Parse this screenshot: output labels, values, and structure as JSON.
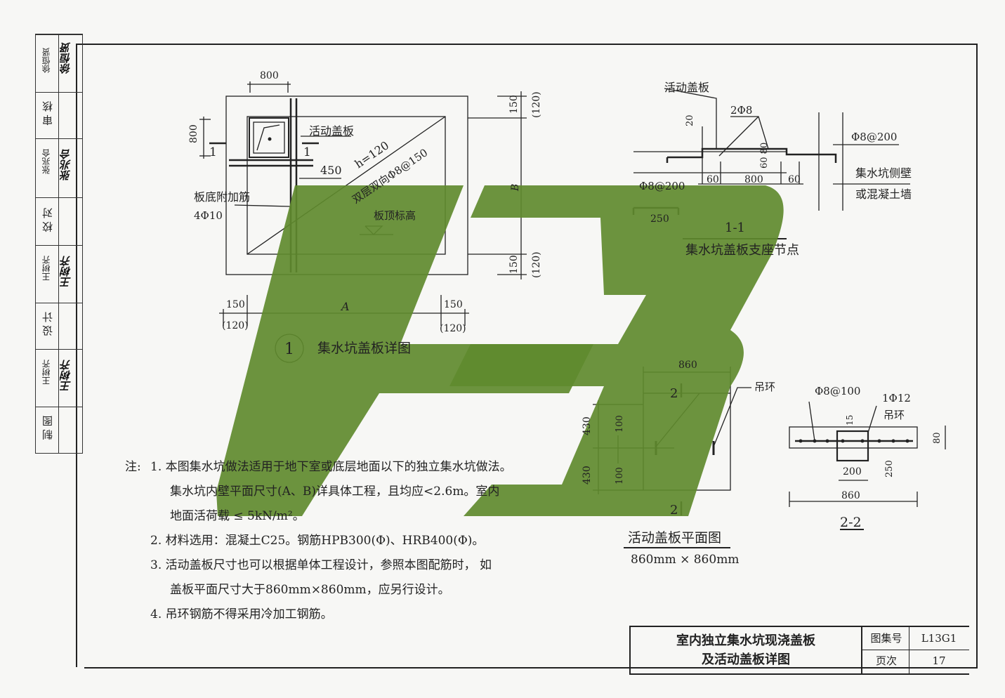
{
  "side_panel": {
    "rows": [
      {
        "label": "",
        "signature": "徐恒贤"
      },
      {
        "label": "审 核",
        "signature": ""
      },
      {
        "label": "张兆合",
        "signature": "张兆合"
      },
      {
        "label": "校 对",
        "signature": ""
      },
      {
        "label": "王树齐",
        "signature": "王树齐"
      },
      {
        "label": "设 计",
        "signature": ""
      },
      {
        "label": "王树齐",
        "signature": "王树齐"
      },
      {
        "label": "制 图",
        "signature": ""
      }
    ],
    "top_label": "徐恒贤"
  },
  "detail1": {
    "dim_top": "800",
    "dim_left": "800",
    "label_cover": "活动盖板",
    "dim_450": "450",
    "slab_thk": "h=120",
    "slab_rebar": "双层双向Φ8@150",
    "bottom_add": "板底附加筋",
    "bottom_add_rebar": "4Φ10",
    "top_elev": "板顶标高",
    "sec1": "1",
    "dim_150": "150",
    "dim_120": "(120)",
    "dim_A": "A",
    "dim_B": "B",
    "caption_num": "1",
    "caption": "集水坑盖板详图"
  },
  "section11": {
    "label_cover": "活动盖板",
    "rebar_2phi8": "2Φ8",
    "dim_20": "20",
    "dim_6080": "60 80",
    "rebar_right": "Φ8@200",
    "rebar_left": "Φ8@200",
    "dim_60a": "60",
    "dim_800": "800",
    "dim_60b": "60",
    "wall_1": "集水坑侧壁",
    "wall_2": "或混凝土墙",
    "dim_250": "250",
    "title": "1-1",
    "caption": "集水坑盖板支座节点"
  },
  "plan": {
    "dim_860": "860",
    "sec_mark": "2",
    "hook": "吊环",
    "dim_430a": "430",
    "dim_430b": "430",
    "dim_100a": "100",
    "dim_100b": "100",
    "title": "活动盖板平面图",
    "subtitle": "860mm × 860mm"
  },
  "section22": {
    "rebar": "Φ8@100",
    "hook_rebar": "1Φ12",
    "hook": "吊环",
    "dim_15": "15",
    "dim_80": "80",
    "dim_200": "200",
    "dim_250": "250",
    "dim_860": "860",
    "title": "2-2"
  },
  "notes": {
    "head": "注:",
    "lines": [
      "1. 本图集水坑做法适用于地下室或底层地面以下的独立集水坑做法。",
      "集水坑内壁平面尺寸(A、B)详具体工程，且均应<2.6m。室内",
      "地面活荷载 ≤ 5kN/m²。",
      "2. 材料选用：混凝土C25。钢筋HPB300(Φ)、HRB400(Φ)。",
      "3. 活动盖板尺寸也可以根据单体工程设计，参照本图配筋时， 如",
      "盖板平面尺寸大于860mm×860mm，应另行设计。",
      "4. 吊环钢筋不得采用冷加工钢筋。"
    ]
  },
  "title_block": {
    "title_line1": "室内独立集水坑现浇盖板",
    "title_line2": "及活动盖板详图",
    "atlas_label": "图集号",
    "atlas_value": "L13G1",
    "page_label": "页次",
    "page_value": "17"
  },
  "colors": {
    "watermark": "#5f8a2e",
    "ink": "#222222"
  }
}
